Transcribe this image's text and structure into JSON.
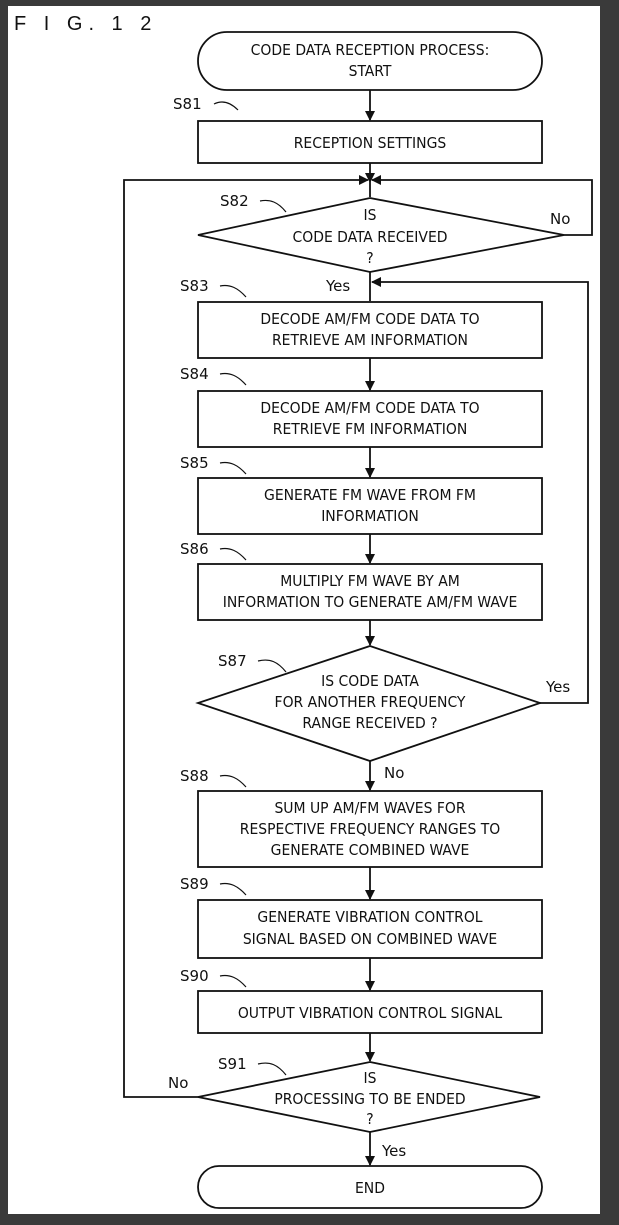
{
  "figure_label": "F I G. 1 2",
  "steps": {
    "start": [
      "CODE DATA RECEPTION PROCESS:",
      "START"
    ],
    "s81": {
      "id": "S81",
      "lines": [
        "RECEPTION SETTINGS"
      ]
    },
    "s82": {
      "id": "S82",
      "lines": [
        "IS",
        "CODE DATA RECEIVED",
        "?"
      ]
    },
    "s83": {
      "id": "S83",
      "lines": [
        "DECODE AM/FM CODE DATA TO",
        "RETRIEVE AM INFORMATION"
      ]
    },
    "s84": {
      "id": "S84",
      "lines": [
        "DECODE AM/FM CODE DATA TO",
        "RETRIEVE FM INFORMATION"
      ]
    },
    "s85": {
      "id": "S85",
      "lines": [
        "GENERATE FM WAVE FROM FM",
        "INFORMATION"
      ]
    },
    "s86": {
      "id": "S86",
      "lines": [
        "MULTIPLY FM WAVE BY AM",
        "INFORMATION TO GENERATE AM/FM WAVE"
      ]
    },
    "s87": {
      "id": "S87",
      "lines": [
        "IS CODE DATA",
        "FOR ANOTHER FREQUENCY",
        "RANGE RECEIVED ?"
      ]
    },
    "s88": {
      "id": "S88",
      "lines": [
        "SUM UP AM/FM WAVES FOR",
        "RESPECTIVE FREQUENCY RANGES TO",
        "GENERATE COMBINED WAVE"
      ]
    },
    "s89": {
      "id": "S89",
      "lines": [
        "GENERATE VIBRATION CONTROL",
        "SIGNAL BASED ON COMBINED WAVE"
      ]
    },
    "s90": {
      "id": "S90",
      "lines": [
        "OUTPUT VIBRATION CONTROL SIGNAL"
      ]
    },
    "s91": {
      "id": "S91",
      "lines": [
        "IS",
        "PROCESSING TO BE ENDED",
        "?"
      ]
    },
    "end": [
      "END"
    ]
  },
  "branches": {
    "s82_no": "No",
    "s82_yes": "Yes",
    "s87_yes": "Yes",
    "s87_no": "No",
    "s91_no": "No",
    "s91_yes": "Yes"
  }
}
